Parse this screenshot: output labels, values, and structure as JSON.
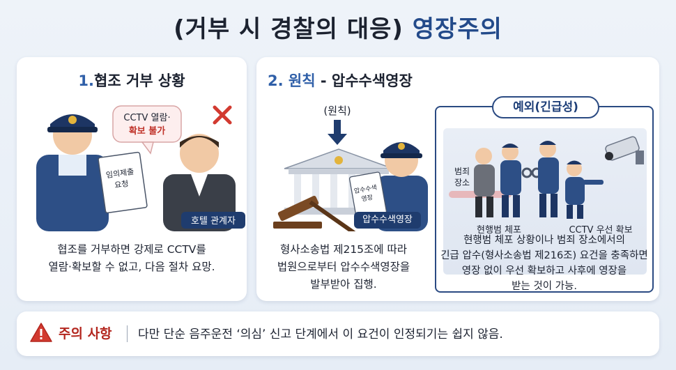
{
  "title": {
    "main": "(거부 시 경찰의 대응)",
    "accent": "영장주의"
  },
  "card1": {
    "num": "1.",
    "heading": "협조 거부 상황",
    "bubble_line1": "CCTV 열람·",
    "bubble_line2": "확보 불가",
    "doc_label_line1": "임의제출",
    "doc_label_line2": "요청",
    "hotel_label": "호텔 관계자",
    "text_line1": "협조를 거부하면 강제로 CCTV를",
    "text_line2": "열람·확보할 수 없고, 다음 절차 요망."
  },
  "card2": {
    "num": "2. 원칙",
    "heading": "- 압수수색영장",
    "principle_label": "(원칙)",
    "warrant_doc_line1": "압수수색",
    "warrant_doc_line2": "영장",
    "warrant_badge": "압수수색영장",
    "text_line1": "형사소송법 제215조에 따라",
    "text_line2": "법원으로부터 압수수색영장을",
    "text_line3": "발부받아 집행.",
    "exception": {
      "label": "예외(긴급성)",
      "crime_scene_line1": "범죄",
      "crime_scene_line2": "장소",
      "arrest_caption": "현행범 체포",
      "cctv_caption": "CCTV 우선 확보",
      "text_line1": "현행범 체포 상황이나 범죄 장소에서의",
      "text_line2": "긴급 압수(형사소송법 제216조) 요건을 충족하면",
      "text_line3": "영장 없이 우선 확보하고 사후에 영장을",
      "text_line4": "받는 것이 가능."
    }
  },
  "notice": {
    "title": "주의 사항",
    "text": "다만 단순 음주운전 ‘의심’ 신고 단계에서 이 요건이 인정되기는 쉽지 않음."
  },
  "colors": {
    "accent": "#234a8a",
    "warning": "#b3261e",
    "police": "#1f3c6e"
  }
}
